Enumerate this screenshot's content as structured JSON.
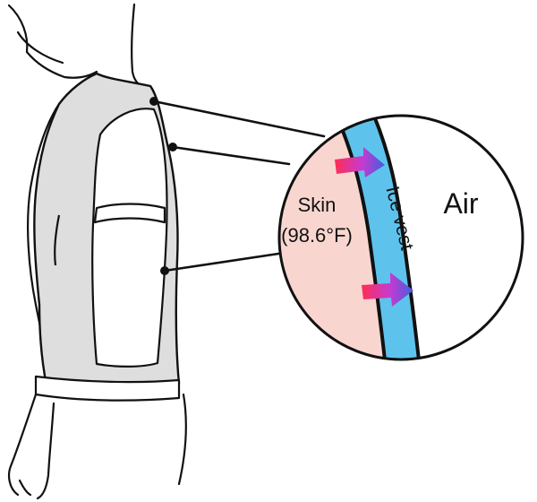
{
  "labels": {
    "skin": "Skin",
    "skin_temp": "(98.6°F)",
    "vest": "Ice vest",
    "air": "Air"
  },
  "colors": {
    "vest_fill": "#dedede",
    "skin_zone": "#f8d6cf",
    "ice_vest": "#5ec3ec",
    "air_zone": "#ffffff",
    "outline": "#111111",
    "arrow_start": "#ff2d55",
    "arrow_end": "#3f5fe0"
  },
  "icons": [
    "heat-flow-arrow-upper",
    "heat-flow-arrow-lower"
  ]
}
